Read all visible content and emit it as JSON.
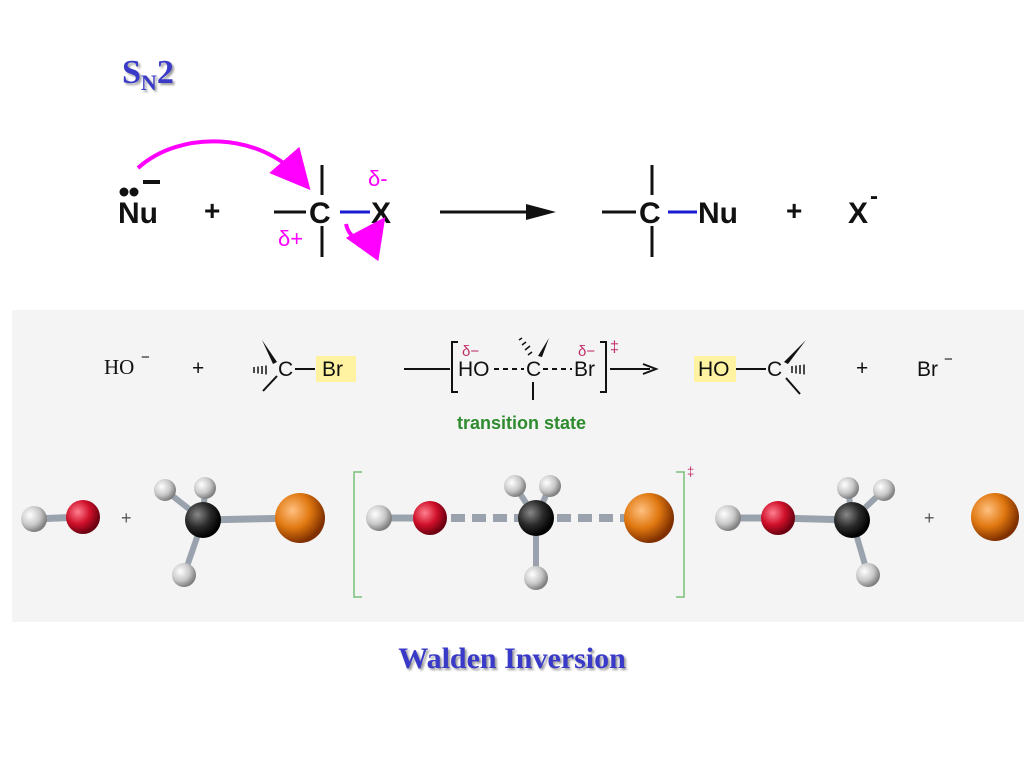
{
  "title": {
    "s": "S",
    "sub": "N",
    "num": "2"
  },
  "general": {
    "nucleophile": "Nu",
    "plus": "+",
    "carbon": "C",
    "leaving": "X",
    "delta_minus": "δ-",
    "delta_plus": "δ+",
    "product_nu": "Nu",
    "product_x": "X",
    "product_x_charge": "-"
  },
  "specific": {
    "hydroxide": "HO",
    "minus": "−",
    "plus": "+",
    "carbon": "C",
    "bromine": "Br",
    "ts_ho": "HO",
    "ts_carbon": "C",
    "ts_br": "Br",
    "ts_delta_minus": "δ−",
    "ts_dagger": "‡",
    "transition_state": "transition state",
    "product_ho": "HO",
    "product_carbon": "C",
    "bromide": "Br"
  },
  "models": {
    "plus": "+",
    "dagger": "‡"
  },
  "caption": "Walden Inversion",
  "colors": {
    "title": "#3a3ac8",
    "magenta": "#ff00ff",
    "bond_blue": "#1a1ad0",
    "delta_pink": "#c0306a",
    "highlight": "#fff2a0",
    "ts_green": "#2e8b2e",
    "oxygen": "#d0102a",
    "carbon": "#2a2a2a",
    "bromine": "#e07810",
    "hydrogen": "#c8c8c8"
  }
}
